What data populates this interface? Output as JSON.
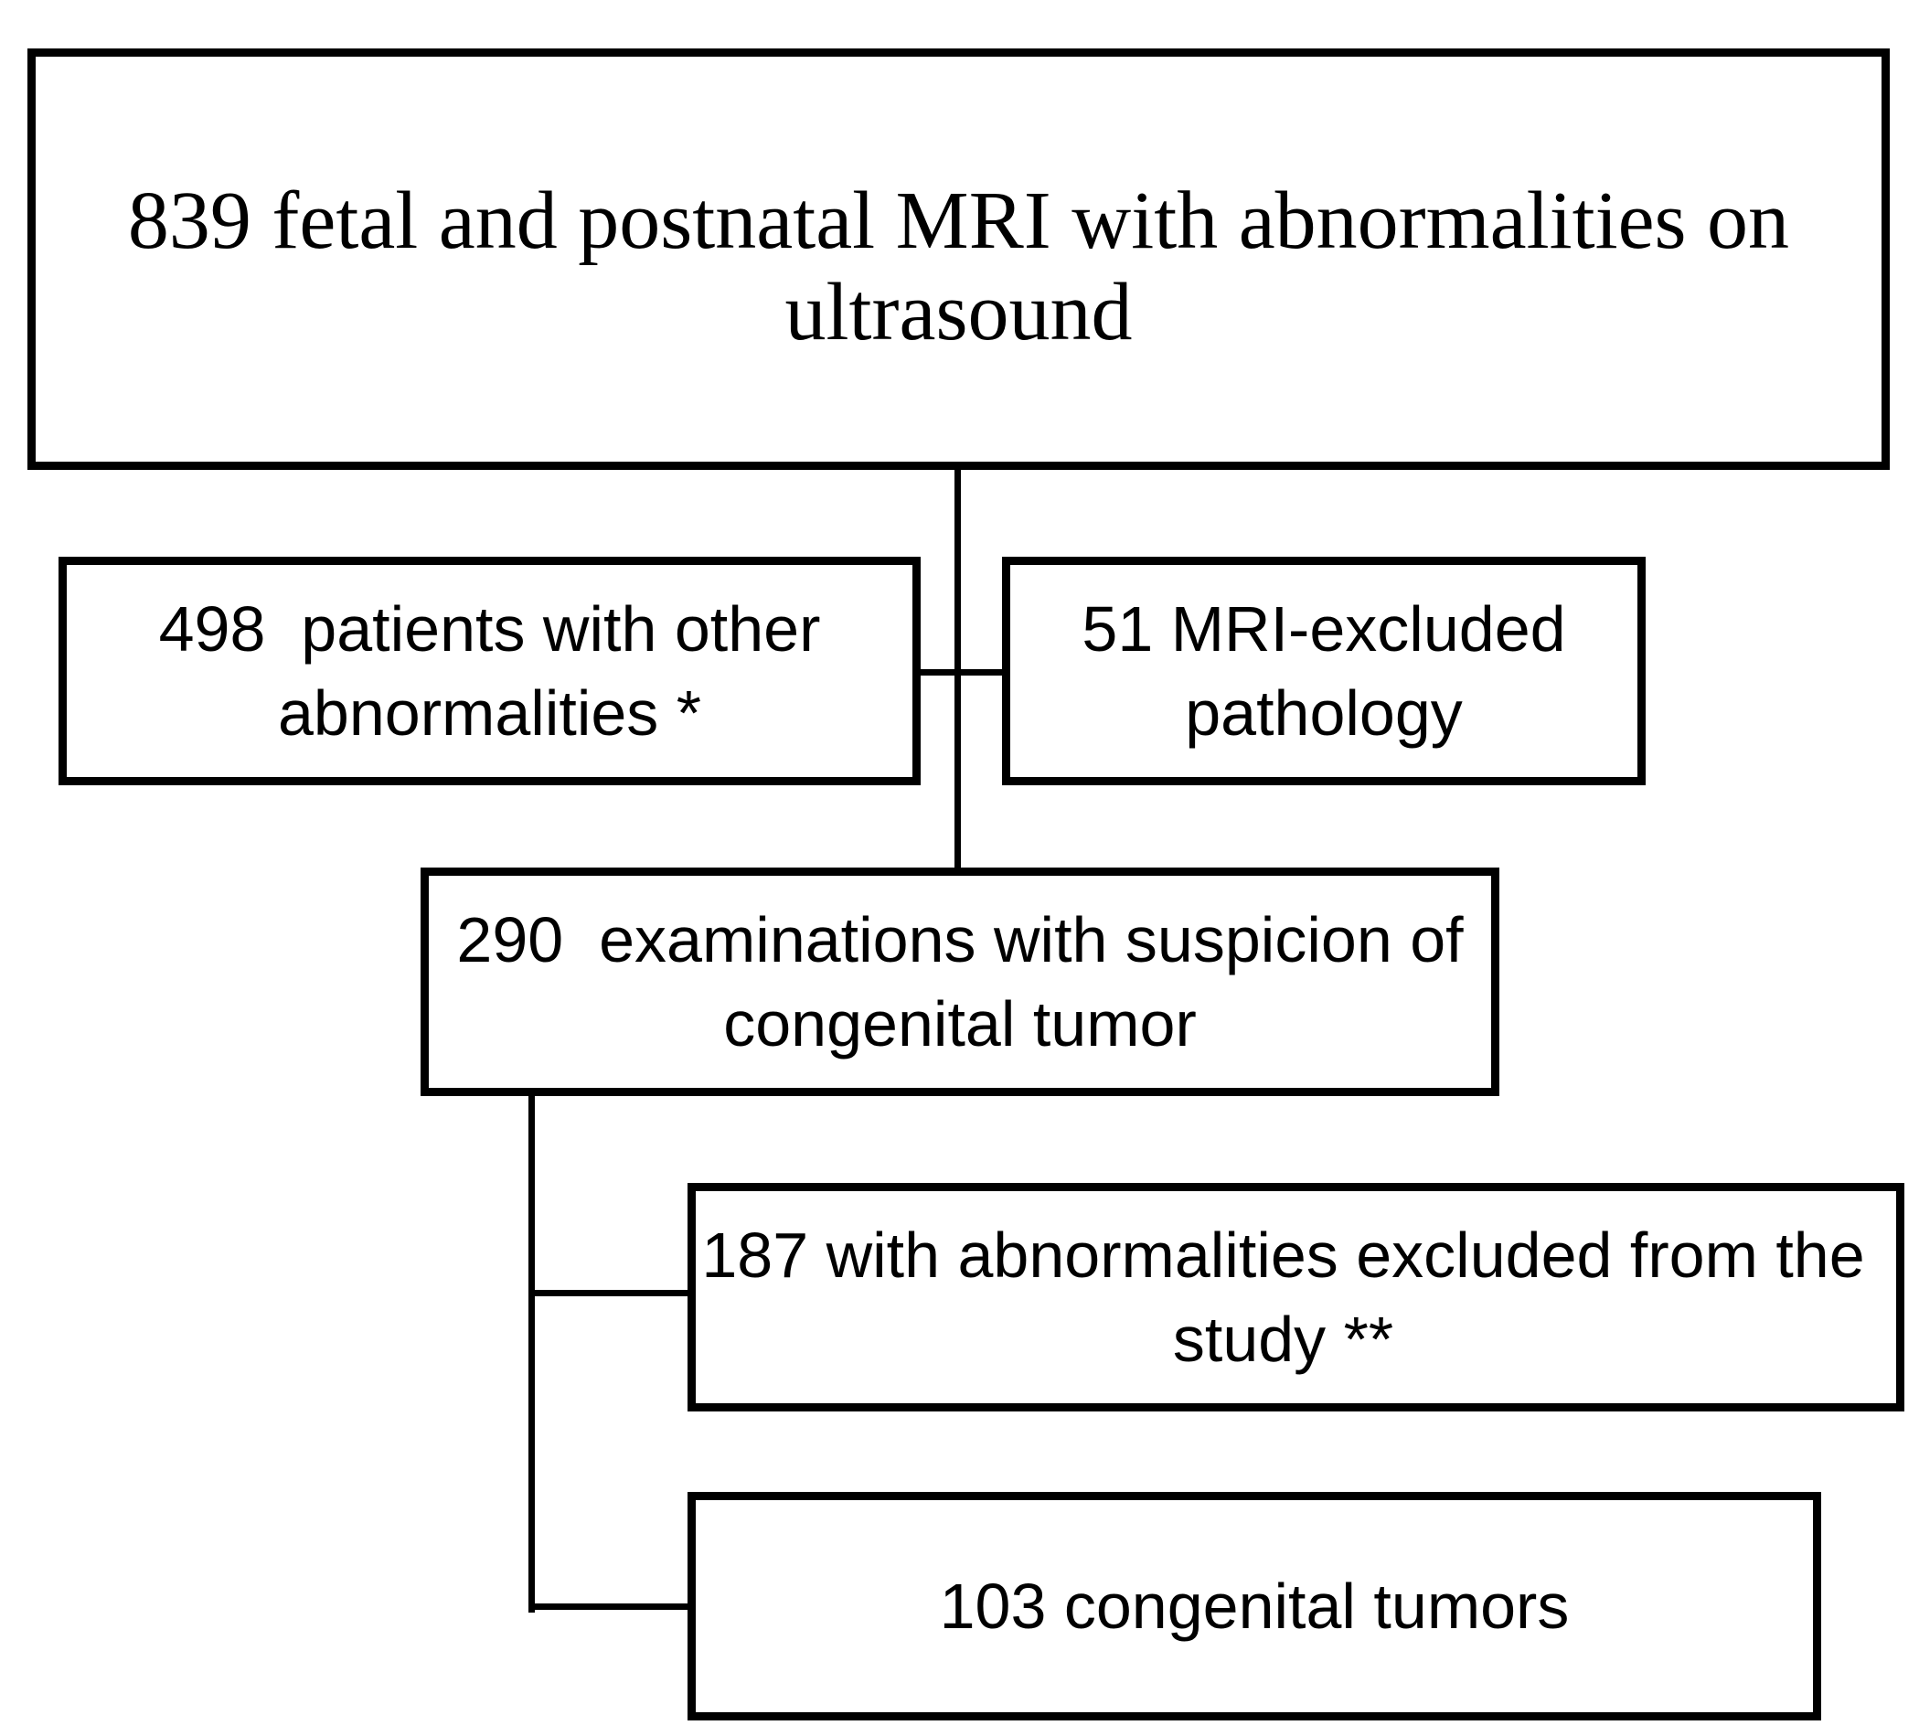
{
  "diagram": {
    "top_box": "839 fetal and postnatal MRI with abnormalities on ultrasound",
    "left_box": "498  patients with other abnormalities *",
    "right_box": "51 MRI-excluded pathology",
    "middle_box": "290  examinations with suspicion of congenital tumor",
    "excluded_box": "187 with abnormalities excluded from the study **",
    "tumors_box": "103 congenital tumors"
  }
}
